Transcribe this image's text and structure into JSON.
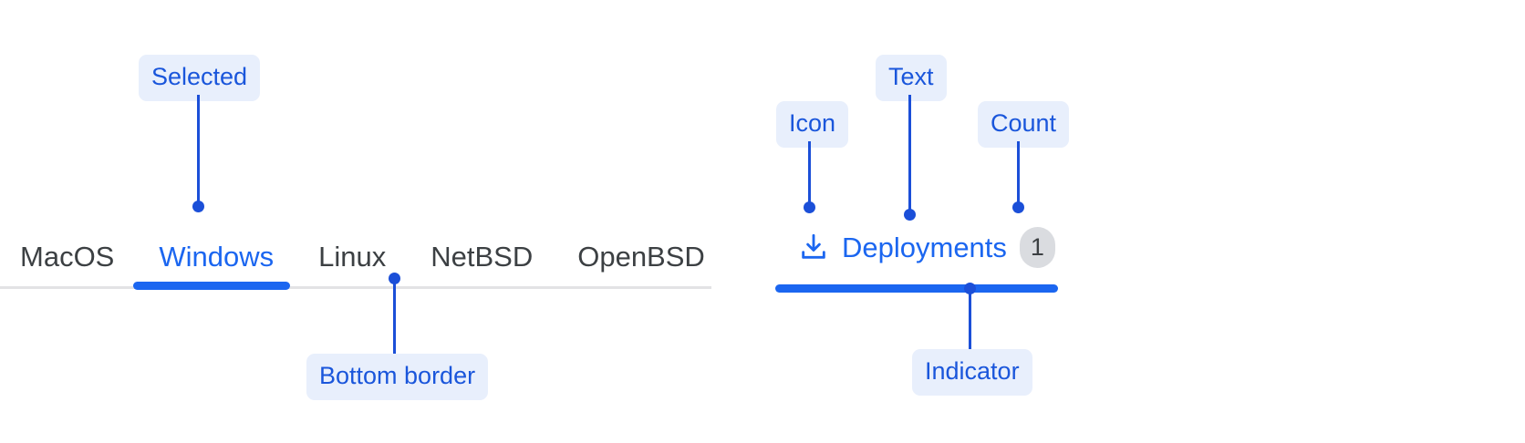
{
  "left_group": {
    "tabs": [
      {
        "label": "MacOS",
        "selected": false
      },
      {
        "label": "Windows",
        "selected": true
      },
      {
        "label": "Linux",
        "selected": false
      },
      {
        "label": "NetBSD",
        "selected": false
      },
      {
        "label": "OpenBSD",
        "selected": false
      }
    ],
    "annotations": {
      "selected": "Selected",
      "bottom_border": "Bottom border"
    }
  },
  "right_group": {
    "tab": {
      "icon": "download-icon",
      "text": "Deployments",
      "count": "1"
    },
    "annotations": {
      "icon": "Icon",
      "text": "Text",
      "count": "Count",
      "indicator": "Indicator"
    }
  },
  "colors": {
    "accent_blue": "#1b66f0",
    "annotation_blue": "#1a56db",
    "annotation_bg": "#e8effc",
    "leader_line": "#1b4fd8",
    "tab_text": "#3c4043",
    "border_gray": "#e3e3e5",
    "badge_bg": "#dadce0"
  }
}
